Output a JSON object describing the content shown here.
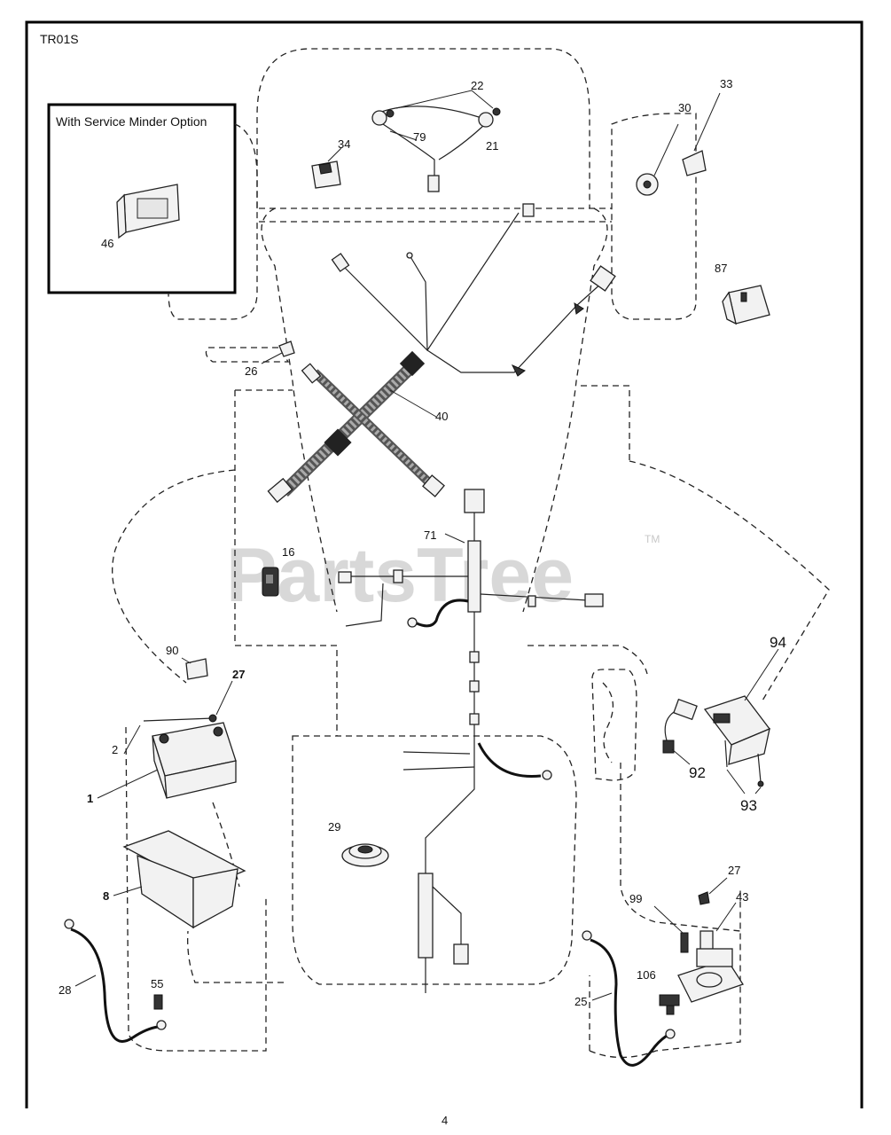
{
  "diagram_code": "TR01S",
  "inset_title": "With Service Minder Option",
  "watermark": "PartsTree",
  "trademark": "TM",
  "page_number": "4",
  "callouts": {
    "c1": "1",
    "c2": "2",
    "c8": "8",
    "c16": "16",
    "c21": "21",
    "c22": "22",
    "c25": "25",
    "c26": "26",
    "c27a": "27",
    "c27b": "27",
    "c28": "28",
    "c29": "29",
    "c30": "30",
    "c33": "33",
    "c34": "34",
    "c40": "40",
    "c43": "43",
    "c46": "46",
    "c55": "55",
    "c71": "71",
    "c79": "79",
    "c87": "87",
    "c90": "90",
    "c92": "92",
    "c93": "93",
    "c94": "94",
    "c99": "99",
    "c106": "106"
  }
}
